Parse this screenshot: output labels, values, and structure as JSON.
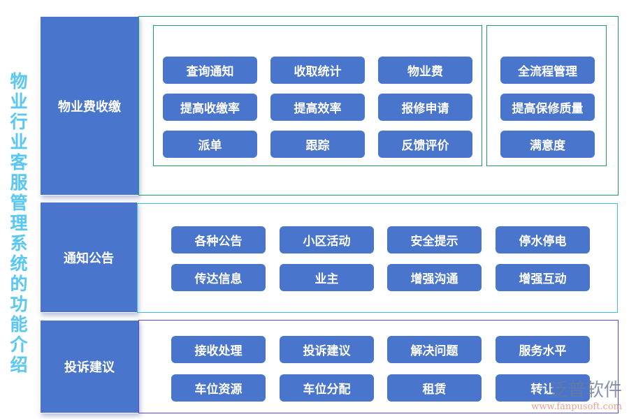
{
  "title": "物业行业客服管理系统的功能介绍",
  "sections": [
    {
      "label": "物业费收缴",
      "border_color": "#1aa060",
      "groups": [
        [
          "查询通知",
          "收取统计",
          "物业费",
          "提高收缴率",
          "提高效率",
          "报修申请",
          "派单",
          "跟踪",
          "反馈评价"
        ],
        [
          "全流程管理",
          "提高保修质量",
          "满意度"
        ]
      ]
    },
    {
      "label": "通知公告",
      "border_color": "#40c0e0",
      "items": [
        "各种公告",
        "小区活动",
        "安全提示",
        "停水停电",
        "传达信息",
        "业主",
        "增强沟通",
        "增强互动"
      ]
    },
    {
      "label": "投诉建议",
      "border_color": "#5544dd",
      "items": [
        "接收处理",
        "投诉建议",
        "解决问题",
        "服务水平",
        "车位资源",
        "车位分配",
        "租赁",
        "转让"
      ]
    }
  ],
  "watermark": {
    "name": "泛普软件",
    "url": "www.fanpusoft.com"
  },
  "colors": {
    "button": "#4a75cc",
    "title": "#5cc8f2"
  }
}
